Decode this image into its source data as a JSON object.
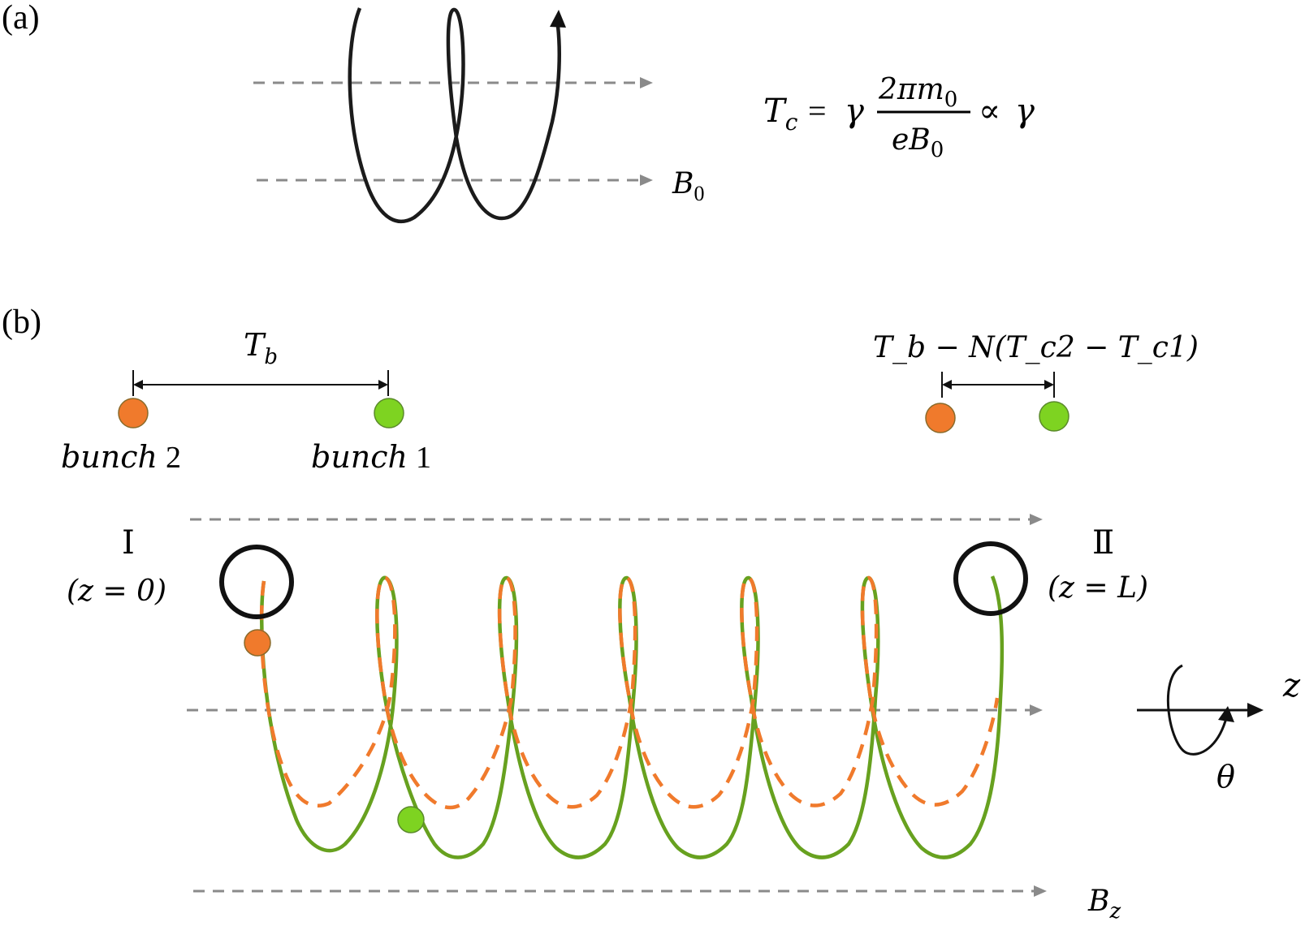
{
  "panel_a": {
    "label": "(a)",
    "field_label": "B",
    "field_label_sub": "0",
    "formula": {
      "lhs": "T",
      "lhs_sub": "c",
      "eq": "=",
      "gamma": "γ",
      "numerator": "2πm",
      "numerator_sub": "0",
      "denominator": "eB",
      "denominator_sub": "0",
      "propto": "∝",
      "rhs": "γ"
    }
  },
  "panel_b": {
    "label": "(b)",
    "spacing_left": {
      "main": "T",
      "sub": "b"
    },
    "spacing_right": "T_b − N(T_c2 − T_c1)",
    "bunch2_label": "bunch",
    "bunch2_num": "2",
    "bunch1_label": "bunch",
    "bunch1_num": "1",
    "station_1": {
      "numeral": "Ⅰ",
      "position": "(z = 0)"
    },
    "station_2": {
      "numeral": "Ⅱ",
      "position": "(z = L)"
    },
    "axis_label": "z",
    "angle_label": "θ",
    "field_label": "B",
    "field_label_sub": "z"
  },
  "colors": {
    "bunch_1": "#7ed321",
    "bunch_2": "#f07a2c",
    "trajectory_1": "#67a11f",
    "trajectory_2": "#f07a2c",
    "field_lines": "#8a8a8a"
  }
}
